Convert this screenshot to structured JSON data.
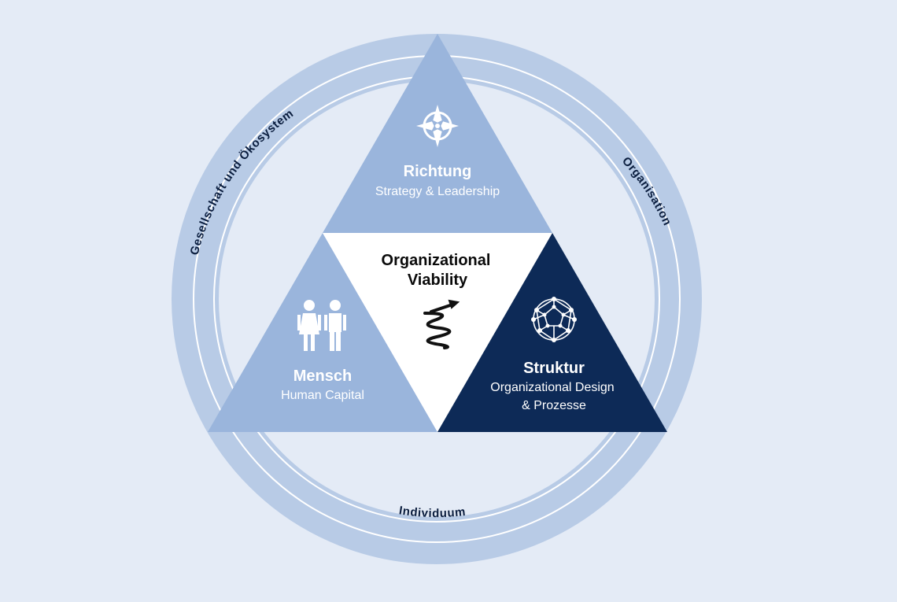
{
  "rings": {
    "outer_label": "Gesellschaft und Ökosystem",
    "middle_label": "Organisation",
    "inner_label": "Individuum"
  },
  "center": {
    "title_line1": "Organizational",
    "title_line2": "Viability",
    "icon": "spiral-arrow-icon"
  },
  "segments": {
    "top": {
      "title": "Richtung",
      "subtitle": "Strategy & Leadership",
      "icon": "compass-icon"
    },
    "left": {
      "title": "Mensch",
      "subtitle": "Human Capital",
      "icon": "people-icon"
    },
    "right": {
      "title": "Struktur",
      "subtitle_line1": "Organizational Design",
      "subtitle_line2": "& Prozesse",
      "icon": "network-sphere-icon"
    }
  },
  "colors": {
    "background": "#e4ebf6",
    "ring": "#b8cbe6",
    "ring_separator": "#ffffff",
    "triangle_light": "#9ab5dc",
    "triangle_dark": "#0d2a57",
    "center_triangle": "#ffffff",
    "text_dark": "#0b1e3f"
  }
}
